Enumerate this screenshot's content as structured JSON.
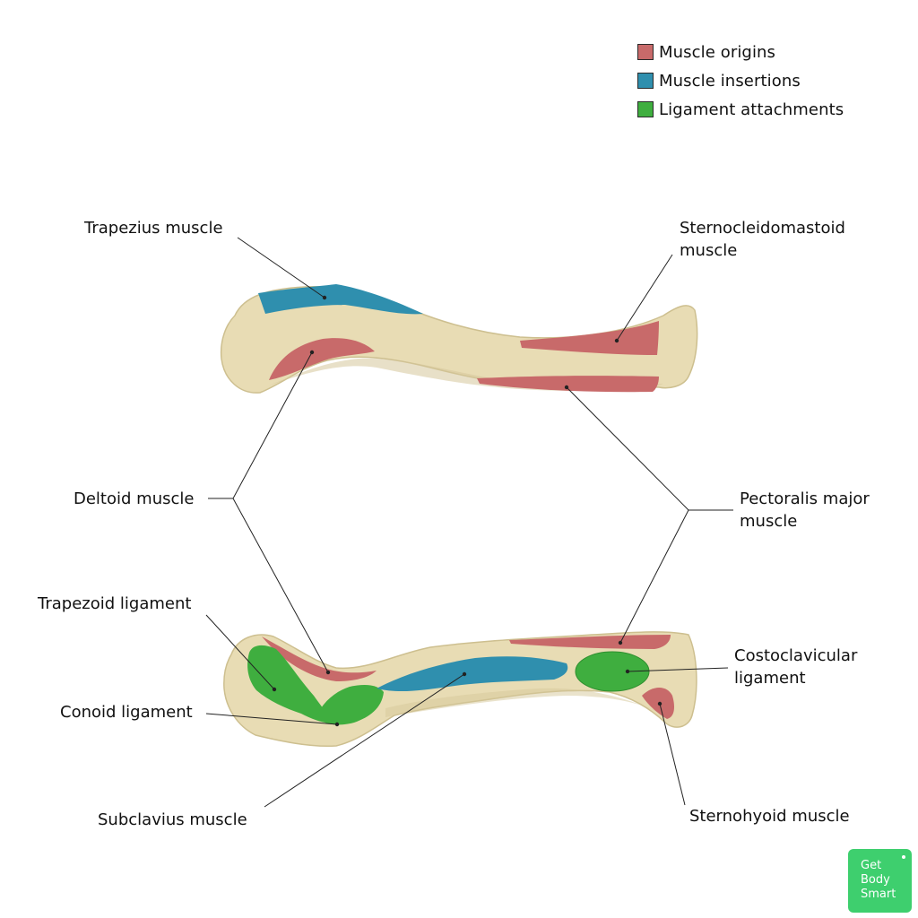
{
  "legend": {
    "origins": {
      "label": "Muscle origins",
      "color": "#c86a6a"
    },
    "insertions": {
      "label": "Muscle insertions",
      "color": "#2f8fae"
    },
    "ligaments": {
      "label": "Ligament attachments",
      "color": "#3fae3f"
    }
  },
  "labels": {
    "trapezius": "Trapezius muscle",
    "scm_line1": "Sternocleidomastoid",
    "scm_line2": "muscle",
    "deltoid": "Deltoid muscle",
    "pect_line1": "Pectoralis major",
    "pect_line2": "muscle",
    "trapezoid": "Trapezoid ligament",
    "conoid": "Conoid ligament",
    "costo_line1": "Costoclavicular",
    "costo_line2": "ligament",
    "subclavius": "Subclavius muscle",
    "sternohyoid": "Sternohyoid muscle"
  },
  "badge": {
    "line1": "Get",
    "line2": "Body",
    "line3": "Smart"
  },
  "colors": {
    "bone": "#e8dcb4",
    "bone_shadow": "#d3c494",
    "leader": "#222222"
  }
}
